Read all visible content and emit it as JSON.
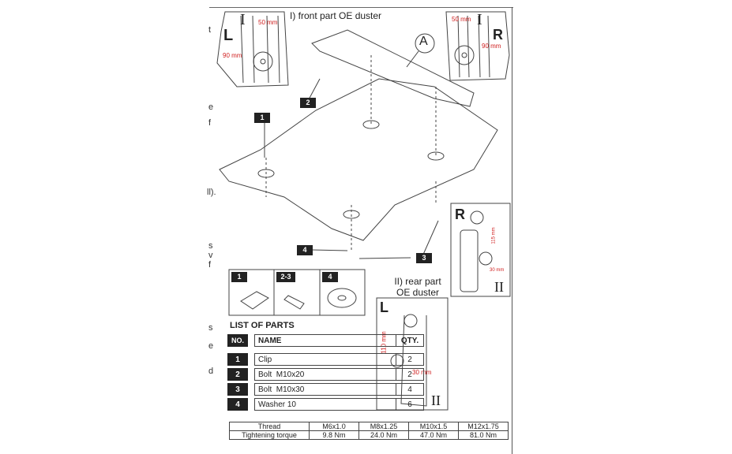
{
  "margin_fragments": [
    "t",
    "e",
    "f",
    "ll).",
    "s",
    "v",
    "f",
    "s",
    "e",
    "d"
  ],
  "front_title": "I) front part OE duster",
  "rear_title_line1": "II) rear part",
  "rear_title_line2": "OE duster",
  "detail_front_left": {
    "side": "L",
    "roman": "I",
    "dim_a": "50 mm",
    "dim_b": "90 mm"
  },
  "detail_front_right": {
    "side": "R",
    "roman": "I",
    "dim_a": "50 mm",
    "dim_b": "90 mm"
  },
  "detail_rear_right": {
    "side": "R",
    "roman": "II",
    "dim_a": "115 mm",
    "dim_b": "30 mm"
  },
  "detail_rear_left": {
    "side": "L",
    "roman": "II",
    "dim_a": "110 mm",
    "dim_b": "30 mm"
  },
  "callout_a": "A",
  "callouts": [
    "1",
    "2",
    "3",
    "4"
  ],
  "parts_icons": [
    "1",
    "2-3",
    "4"
  ],
  "parts_list": {
    "title": "LIST OF PARTS",
    "headers": {
      "no": "NO.",
      "name": "NAME",
      "qty": "QTY."
    },
    "rows": [
      {
        "no": "1",
        "name": "Clip",
        "qty": "2"
      },
      {
        "no": "2",
        "name": "Bolt  M10x20",
        "qty": "2"
      },
      {
        "no": "3",
        "name": "Bolt  M10x30",
        "qty": "4"
      },
      {
        "no": "4",
        "name": "Washer 10",
        "qty": "6"
      }
    ]
  },
  "torque_table": {
    "row_labels": [
      "Thread",
      "Tightening torque"
    ],
    "threads": [
      "M6x1.0",
      "M8x1.25",
      "M10x1.5",
      "M12x1.75"
    ],
    "torques": [
      "9.8 Nm",
      "24.0 Nm",
      "47.0 Nm",
      "81.0 Nm"
    ]
  }
}
